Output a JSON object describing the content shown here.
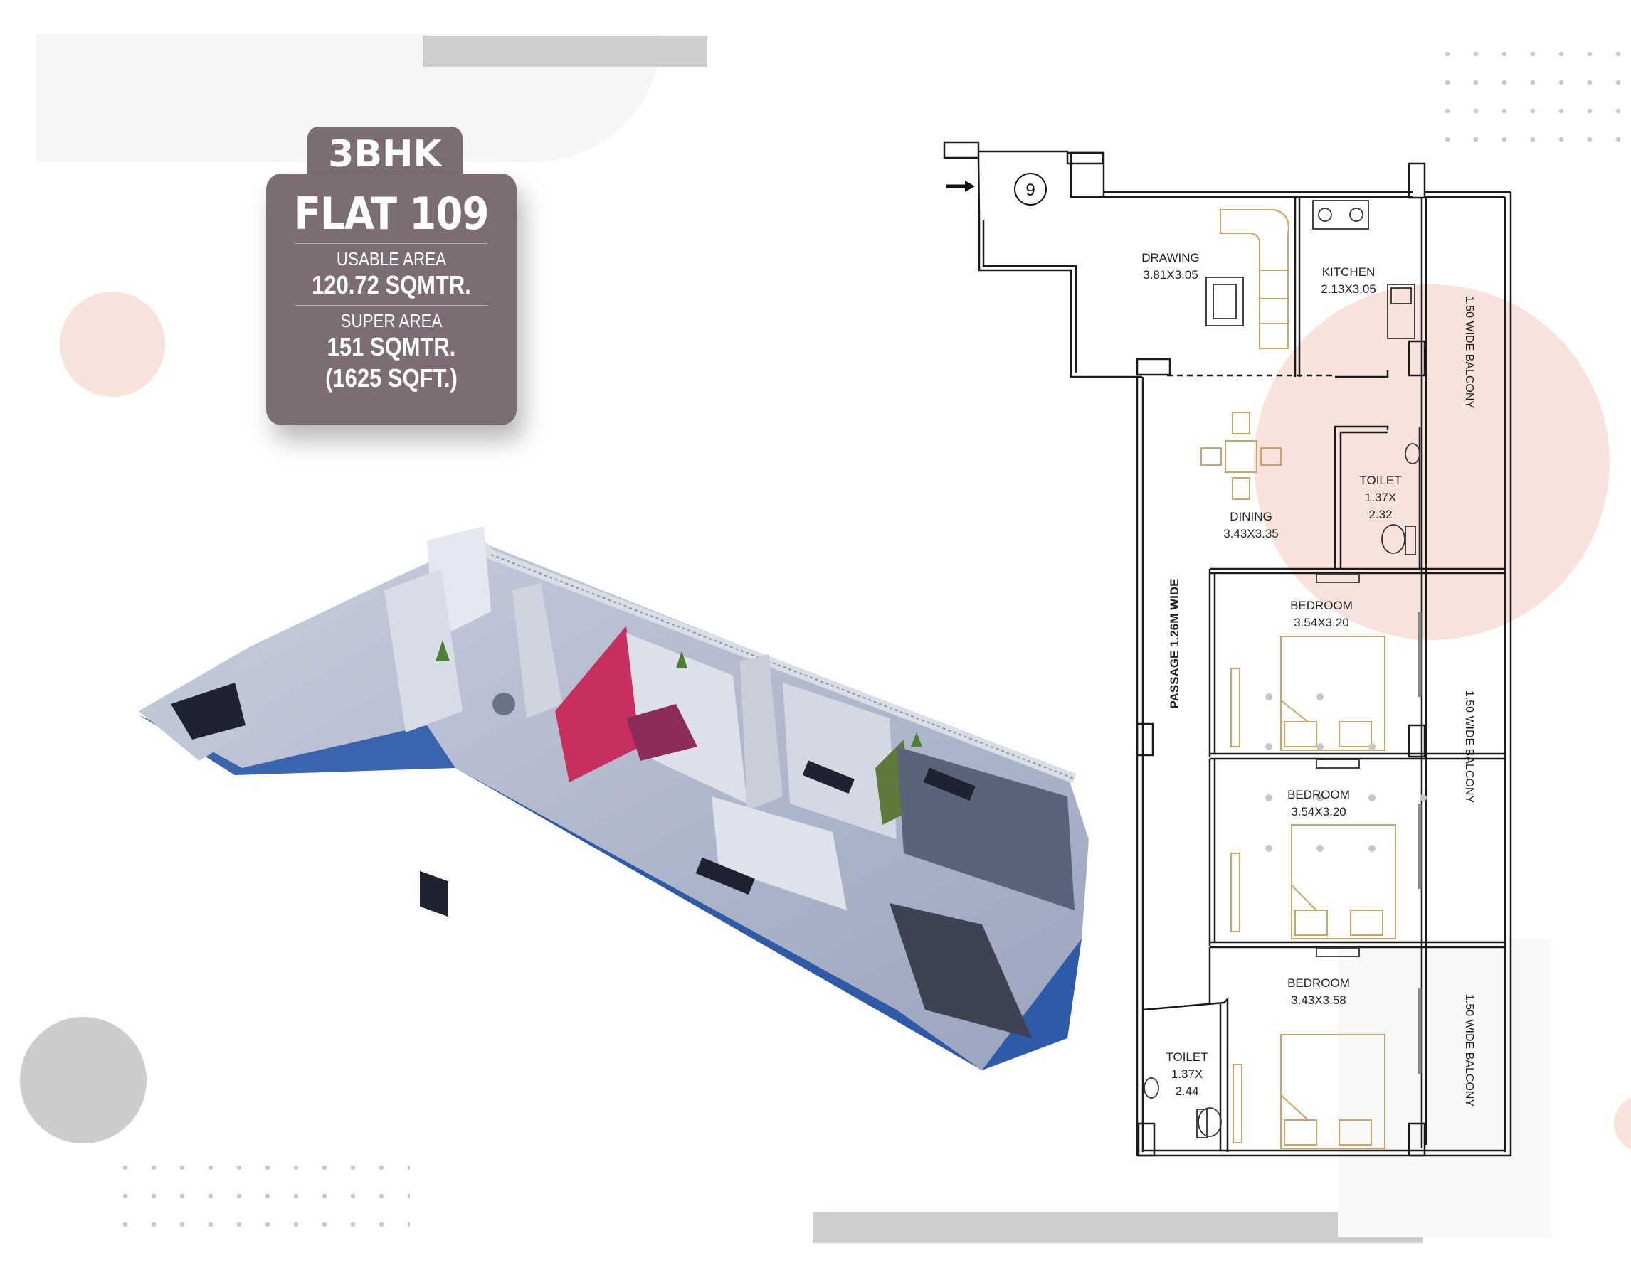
{
  "unit": {
    "type": "3BHK",
    "flat": "FLAT 109",
    "usable_area_label": "USABLE AREA",
    "usable_area_value": "120.72 SQMTR.",
    "super_area_label": "SUPER AREA",
    "super_area_value": "151 SQMTR.",
    "super_area_sqft": "(1625 SQFT.)"
  },
  "plan": {
    "entry_number": "9",
    "rooms": [
      {
        "name": "DRAWING",
        "size": "3.81X3.05"
      },
      {
        "name": "KITCHEN",
        "size": "2.13X3.05"
      },
      {
        "name": "DINING",
        "size": "3.43X3.35"
      },
      {
        "name": "TOILET",
        "size_line1": "1.37X",
        "size_line2": "2.32"
      },
      {
        "name": "BEDROOM",
        "size": "3.54X3.20"
      },
      {
        "name": "BEDROOM",
        "size": "3.54X3.20"
      },
      {
        "name": "BEDROOM",
        "size": "3.43X3.58"
      },
      {
        "name": "TOILET",
        "size_line1": "1.37X",
        "size_line2": "2.44"
      }
    ],
    "passage": "PASSAGE 1.26M WIDE",
    "balconies": [
      "1.50 WIDE BALCONY",
      "1.50 WIDE BALCONY",
      "1.50 WIDE BALCONY"
    ]
  },
  "colors": {
    "card": "#7b6d73",
    "accent_circle": "#f8e3dc",
    "gray_circle": "#cccbcd",
    "furniture": "#d4a15e",
    "model_blue": "#2f5aa8"
  }
}
